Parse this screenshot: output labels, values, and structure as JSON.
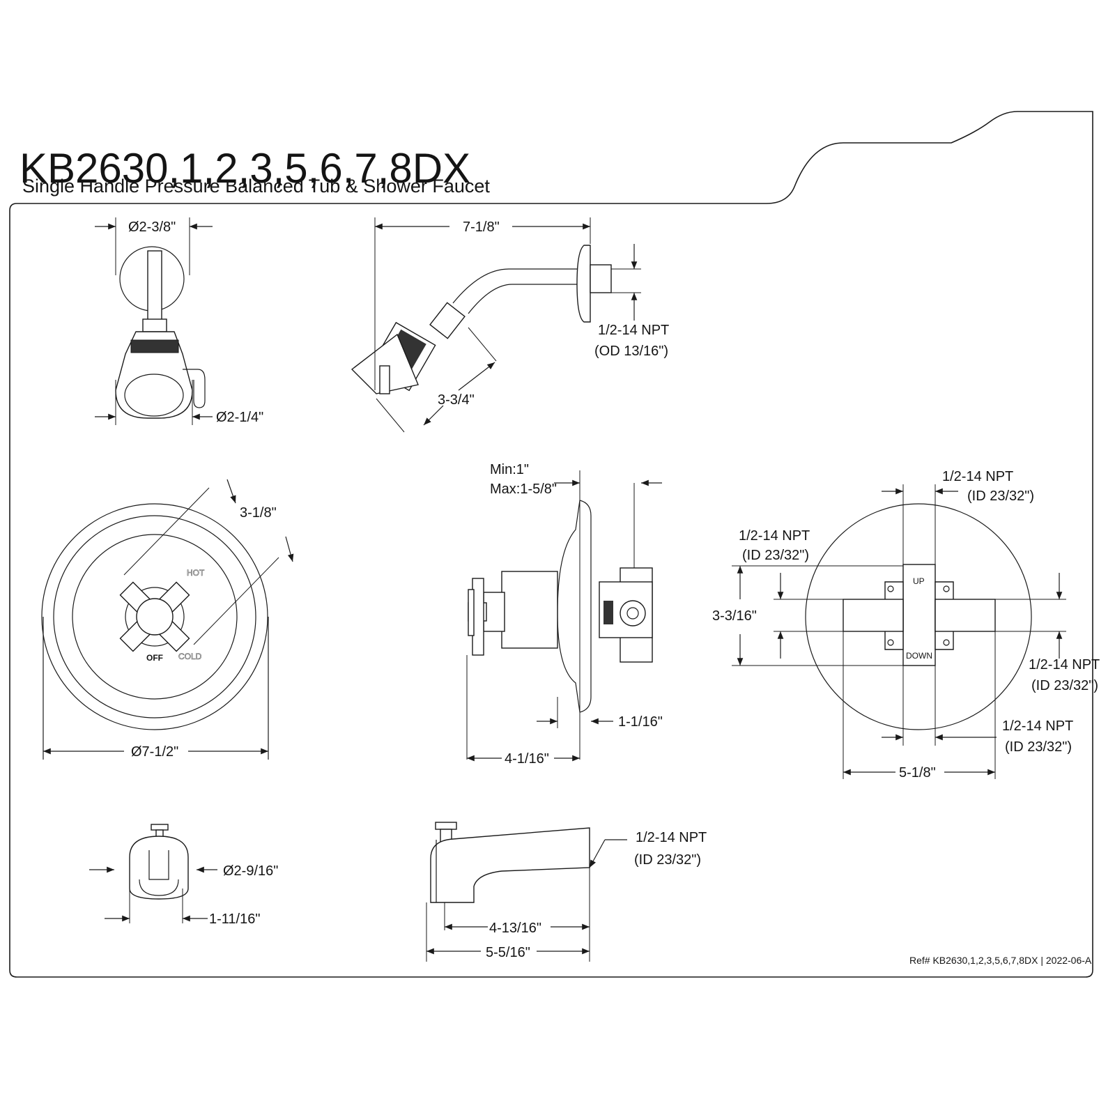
{
  "title": "KB2630,1,2,3,5,6,7,8DX",
  "subtitle": "Single Handle Pressure Balanced Tub & Shower Faucet",
  "shower_head_front": {
    "flange_dia": "Ø2-3/8\"",
    "head_dia": "Ø2-1/4\""
  },
  "shower_head_side": {
    "arm_length": "7-1/8\"",
    "thread_line1": "1/2-14 NPT",
    "thread_line2": "(OD 13/16\")",
    "head_length": "3-3/4\""
  },
  "trim_plate_front": {
    "handle_span": "3-1/8\"",
    "plate_dia": "Ø7-1/2\"",
    "label_hot": "HOT",
    "label_off": "OFF",
    "label_cold": "COLD"
  },
  "valve_side": {
    "wall_label_line1": "Min:1\"",
    "wall_label_line2": "Max:1-5/8\"",
    "plate_gap": "1-1/16\"",
    "handle_depth": "4-1/16\""
  },
  "valve_body": {
    "top_port_line1": "1/2-14 NPT",
    "top_port_line2": "(ID 23/32\")",
    "left_port_line1": "1/2-14 NPT",
    "left_port_line2": "(ID 23/32\")",
    "right_port_line1": "1/2-14 NPT",
    "right_port_line2": "(ID 23/32\")",
    "bottom_port_line1": "1/2-14 NPT",
    "bottom_port_line2": "(ID 23/32\")",
    "port_spacing": "3-3/16\"",
    "body_width": "5-1/8\"",
    "label_up": "UP",
    "label_down": "DOWN"
  },
  "spout_front": {
    "spout_dia": "Ø2-9/16\"",
    "spout_width": "1-11/16\""
  },
  "spout_side": {
    "inlet_line1": "1/2-14 NPT",
    "inlet_line2": "(ID 23/32\")",
    "reach_inner": "4-13/16\"",
    "reach_total": "5-5/16\""
  },
  "reference": "Ref# KB2630,1,2,3,5,6,7,8DX | 2022-06-A"
}
